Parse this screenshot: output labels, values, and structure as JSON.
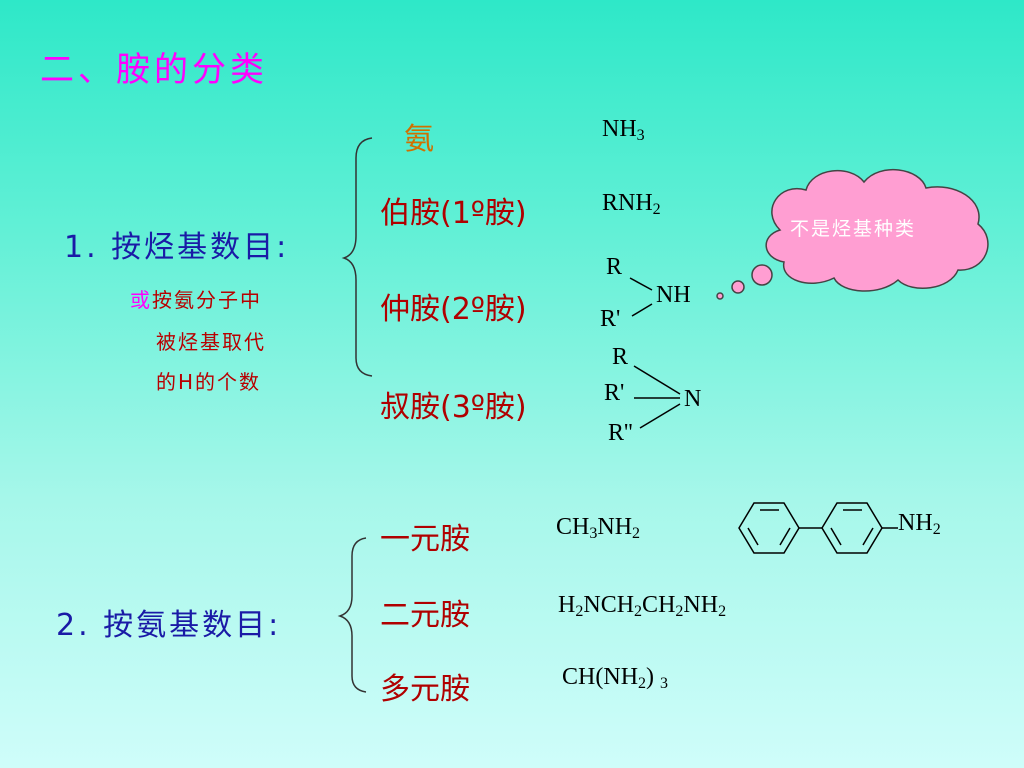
{
  "title": "二、胺的分类",
  "section1": {
    "label": "1.  按烃基数目:",
    "note_or": "或",
    "note_lines": [
      "按氨分子中",
      "被烃基取代",
      "的H的个数"
    ],
    "rows": [
      {
        "name": "氨",
        "formula_parts": [
          "NH",
          "3"
        ]
      },
      {
        "name": "伯胺(1º胺)",
        "formula_parts": [
          "RNH",
          "2"
        ]
      },
      {
        "name": "仲胺(2º胺)",
        "formula_labels": {
          "r1": "R",
          "r2": "R'",
          "n": "NH"
        }
      },
      {
        "name": "叔胺(3º胺)",
        "formula_labels": {
          "r1": "R",
          "r2": "R'",
          "r3": "R''",
          "n": "N"
        }
      }
    ],
    "callout": "不是烃基种类"
  },
  "section2": {
    "label": "2.  按氨基数目:",
    "rows": [
      {
        "name": "一元胺",
        "formula": "CH3NH2",
        "extra": "NH2"
      },
      {
        "name": "二元胺",
        "formula": "H2NCH2CH2NH2"
      },
      {
        "name": "多元胺",
        "formula": "CH(NH2) 3"
      }
    ]
  },
  "colors": {
    "title": "#ff00ff",
    "section_label": "#1a1aa6",
    "category": "#b00000",
    "ammonia": "#d07000",
    "cloud_fill": "#ff9ed2",
    "cloud_text": "#ffffff"
  }
}
